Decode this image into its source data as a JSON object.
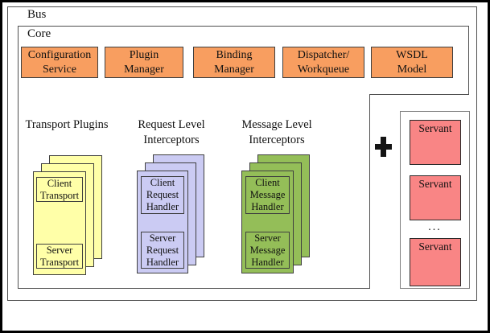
{
  "diagram": {
    "bus_label": "Bus",
    "core_label": "Core",
    "services": [
      {
        "line1": "Configuration",
        "line2": "Service"
      },
      {
        "line1": "Plugin",
        "line2": "Manager"
      },
      {
        "line1": "Binding",
        "line2": "Manager"
      },
      {
        "line1": "Dispatcher/",
        "line2": "Workqueue"
      },
      {
        "line1": "WSDL",
        "line2": "Model"
      }
    ],
    "stacks": [
      {
        "header1": "Transport Plugins",
        "header2": "",
        "top1": "Client",
        "top2": "Transport",
        "bot1": "Server",
        "bot2": "Transport"
      },
      {
        "header1": "Request Level",
        "header2": "Interceptors",
        "top1": "Client",
        "top2": "Request",
        "top3": "Handler",
        "bot1": "Server",
        "bot2": "Request",
        "bot3": "Handler"
      },
      {
        "header1": "Message Level",
        "header2": "Interceptors",
        "top1": "Client",
        "top2": "Message",
        "top3": "Handler",
        "bot1": "Server",
        "bot2": "Message",
        "bot3": "Handler"
      }
    ],
    "plus_icon": "+",
    "servant_panel": {
      "items": [
        "Servant",
        "Servant",
        "Servant"
      ],
      "ellipsis": "..."
    },
    "colors": {
      "service_fill": "#F89E60",
      "transport_fill": "#FFFFA8",
      "request_fill": "#CBCBF3",
      "message_fill": "#94BE58",
      "servant_fill": "#F98585"
    }
  }
}
